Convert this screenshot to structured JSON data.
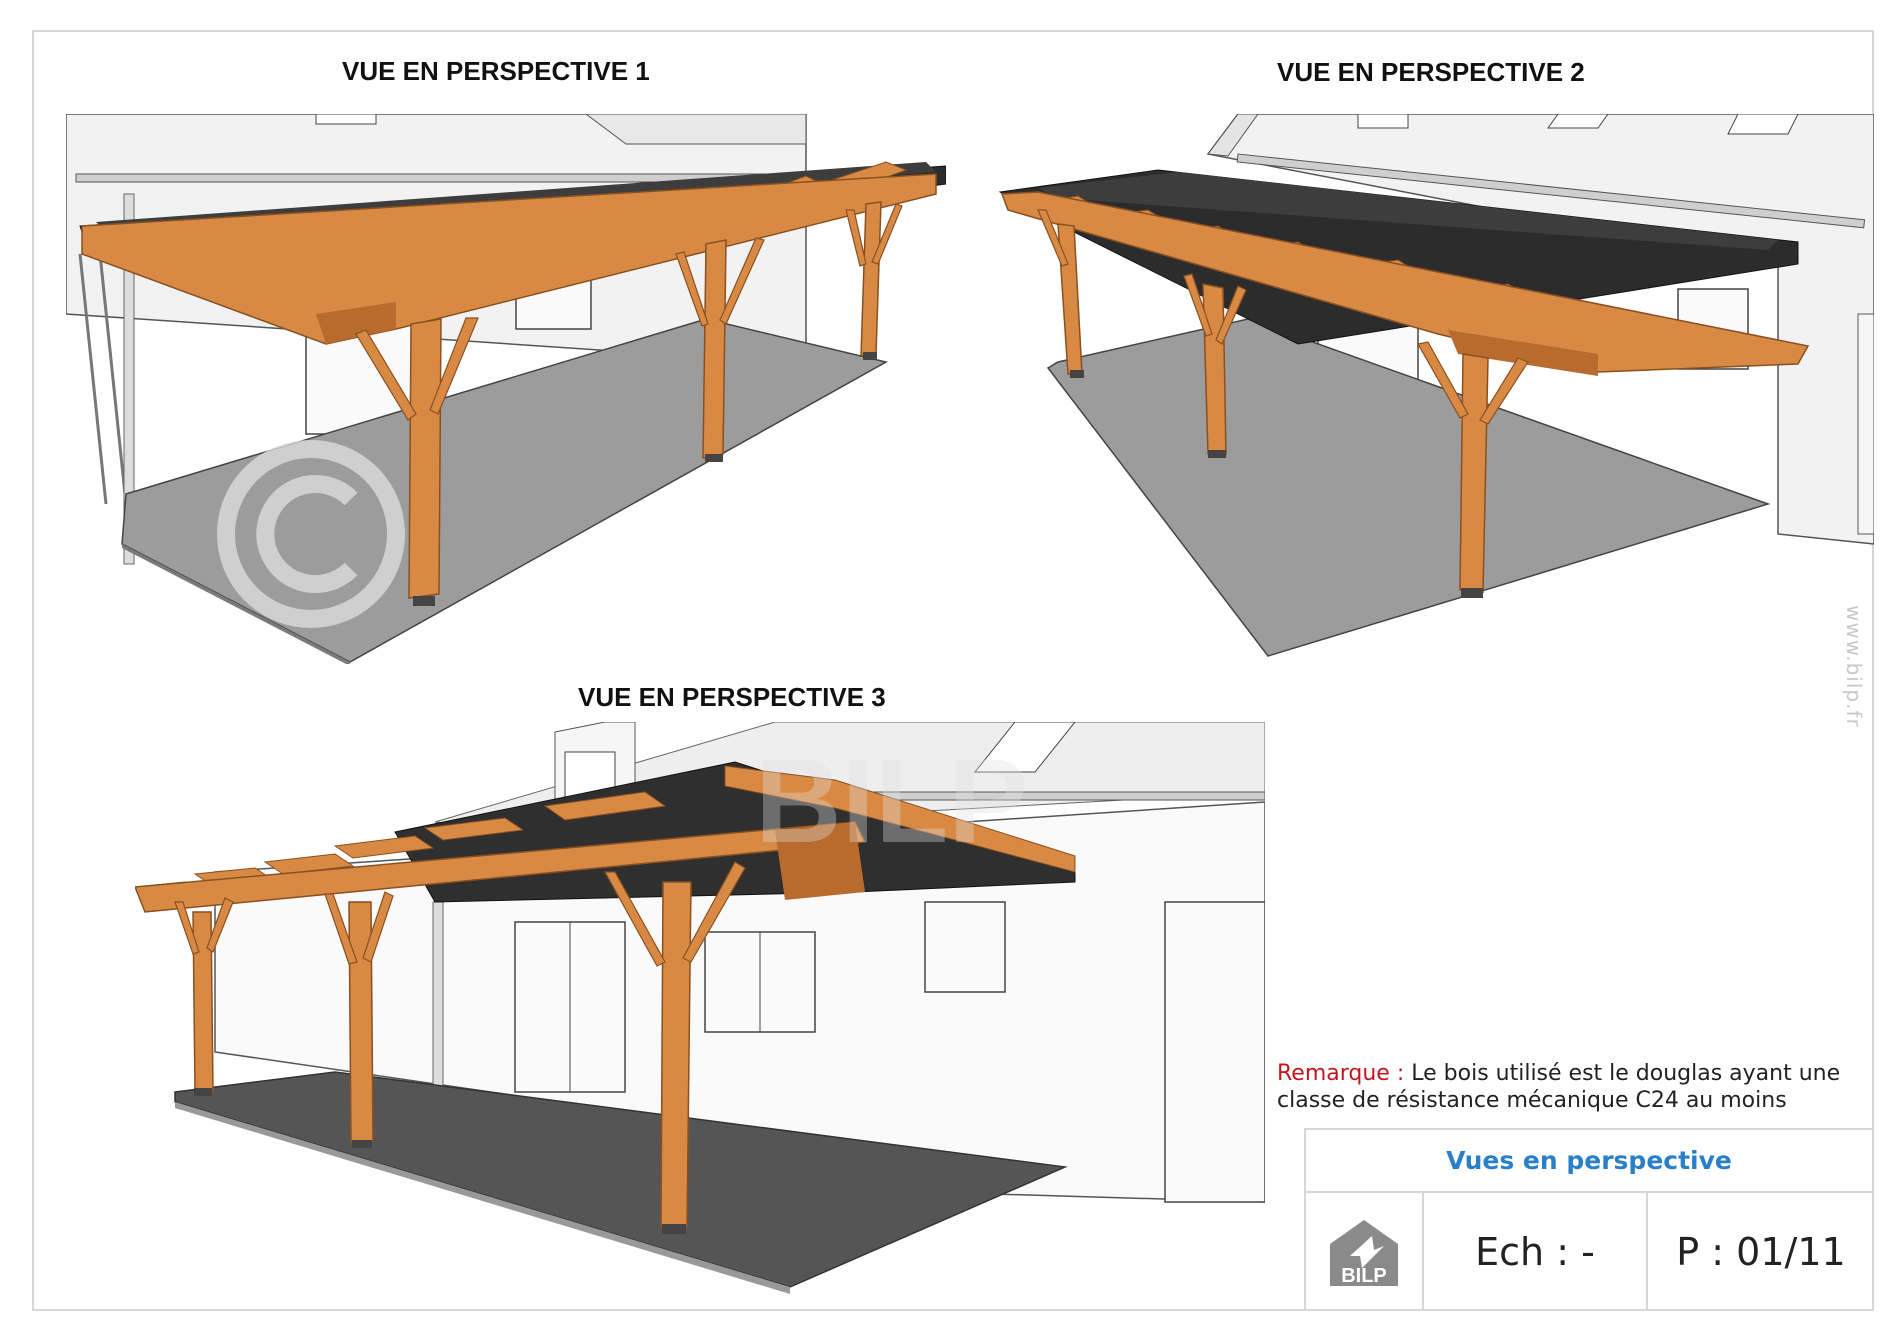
{
  "views": [
    {
      "title": "VUE EN PERSPECTIVE 1"
    },
    {
      "title": "VUE EN PERSPECTIVE 2"
    },
    {
      "title": "VUE EN PERSPECTIVE 3"
    }
  ],
  "side_url": "www.bilp.fr",
  "remark": {
    "label": "Remarque :",
    "text": " Le bois utilisé est le douglas ayant une classe de résistance mécanique C24 au moins"
  },
  "cartouche": {
    "title": "Vues en perspective",
    "logo_text": "BILP",
    "scale": "Ech : -",
    "page": "P : 01/11"
  },
  "colors": {
    "wood": "#d88a45",
    "wood_dark": "#b86b2c",
    "floor": "#9c9c9c",
    "roof": "#2c2c2c",
    "title_blue": "#2a7fc9",
    "remark_red": "#c4161c"
  }
}
